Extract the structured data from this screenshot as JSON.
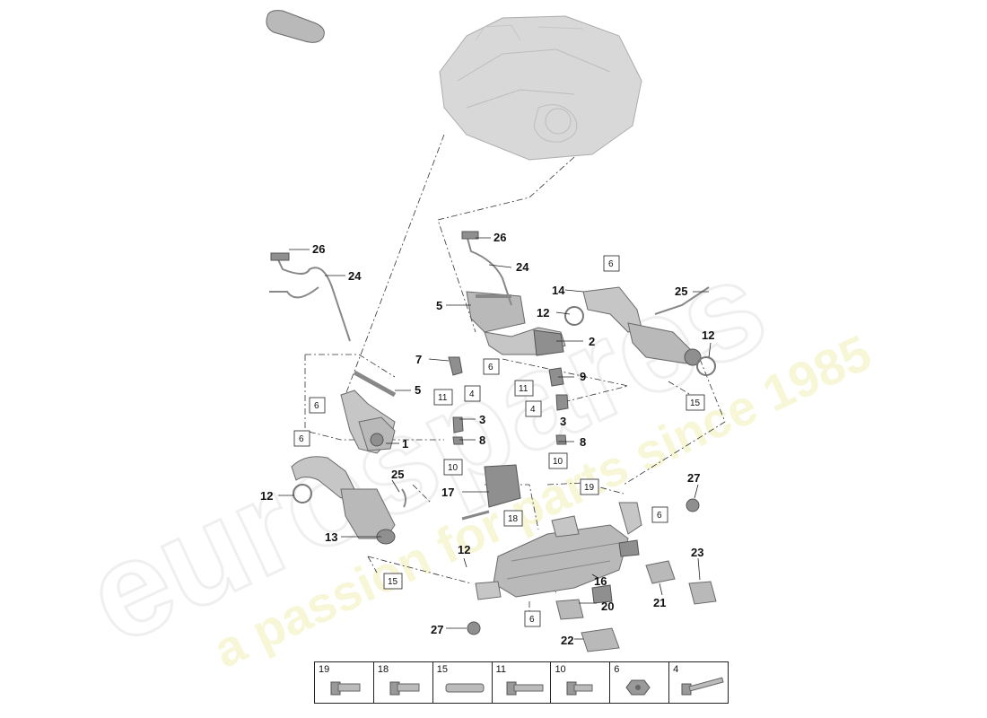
{
  "watermark": {
    "brand": "eurospares",
    "tagline": "a passion for parts since 1985"
  },
  "callouts": {
    "c1": "1",
    "c2": "2",
    "c3a": "3",
    "c3b": "3",
    "c5a": "5",
    "c5b": "5",
    "c7": "7",
    "c8a": "8",
    "c8b": "8",
    "c9": "9",
    "c12a": "12",
    "c12b": "12",
    "c12c": "12",
    "c12d": "12",
    "c13": "13",
    "c14": "14",
    "c16": "16",
    "c17": "17",
    "c20": "20",
    "c21": "21",
    "c22": "22",
    "c23": "23",
    "c24a": "24",
    "c24b": "24",
    "c25a": "25",
    "c25b": "25",
    "c26a": "26",
    "c26b": "26",
    "c27a": "27",
    "c27b": "27"
  },
  "boxed_refs": {
    "b6a": "6",
    "b6b": "6",
    "b6c": "6",
    "b6d": "6",
    "b6e": "6",
    "b6f": "6",
    "b4a": "4",
    "b4b": "4",
    "b10a": "10",
    "b10b": "10",
    "b11a": "11",
    "b11b": "11",
    "b15a": "15",
    "b15b": "15",
    "b18": "18",
    "b19": "19"
  },
  "legend": [
    {
      "num": "19",
      "icon": "bolt-flange-icon"
    },
    {
      "num": "18",
      "icon": "bolt-flange-icon"
    },
    {
      "num": "15",
      "icon": "stud-bolt-icon"
    },
    {
      "num": "11",
      "icon": "bolt-long-icon"
    },
    {
      "num": "10",
      "icon": "bolt-short-icon"
    },
    {
      "num": "6",
      "icon": "nut-icon"
    },
    {
      "num": "4",
      "icon": "bolt-extra-long-icon"
    }
  ]
}
